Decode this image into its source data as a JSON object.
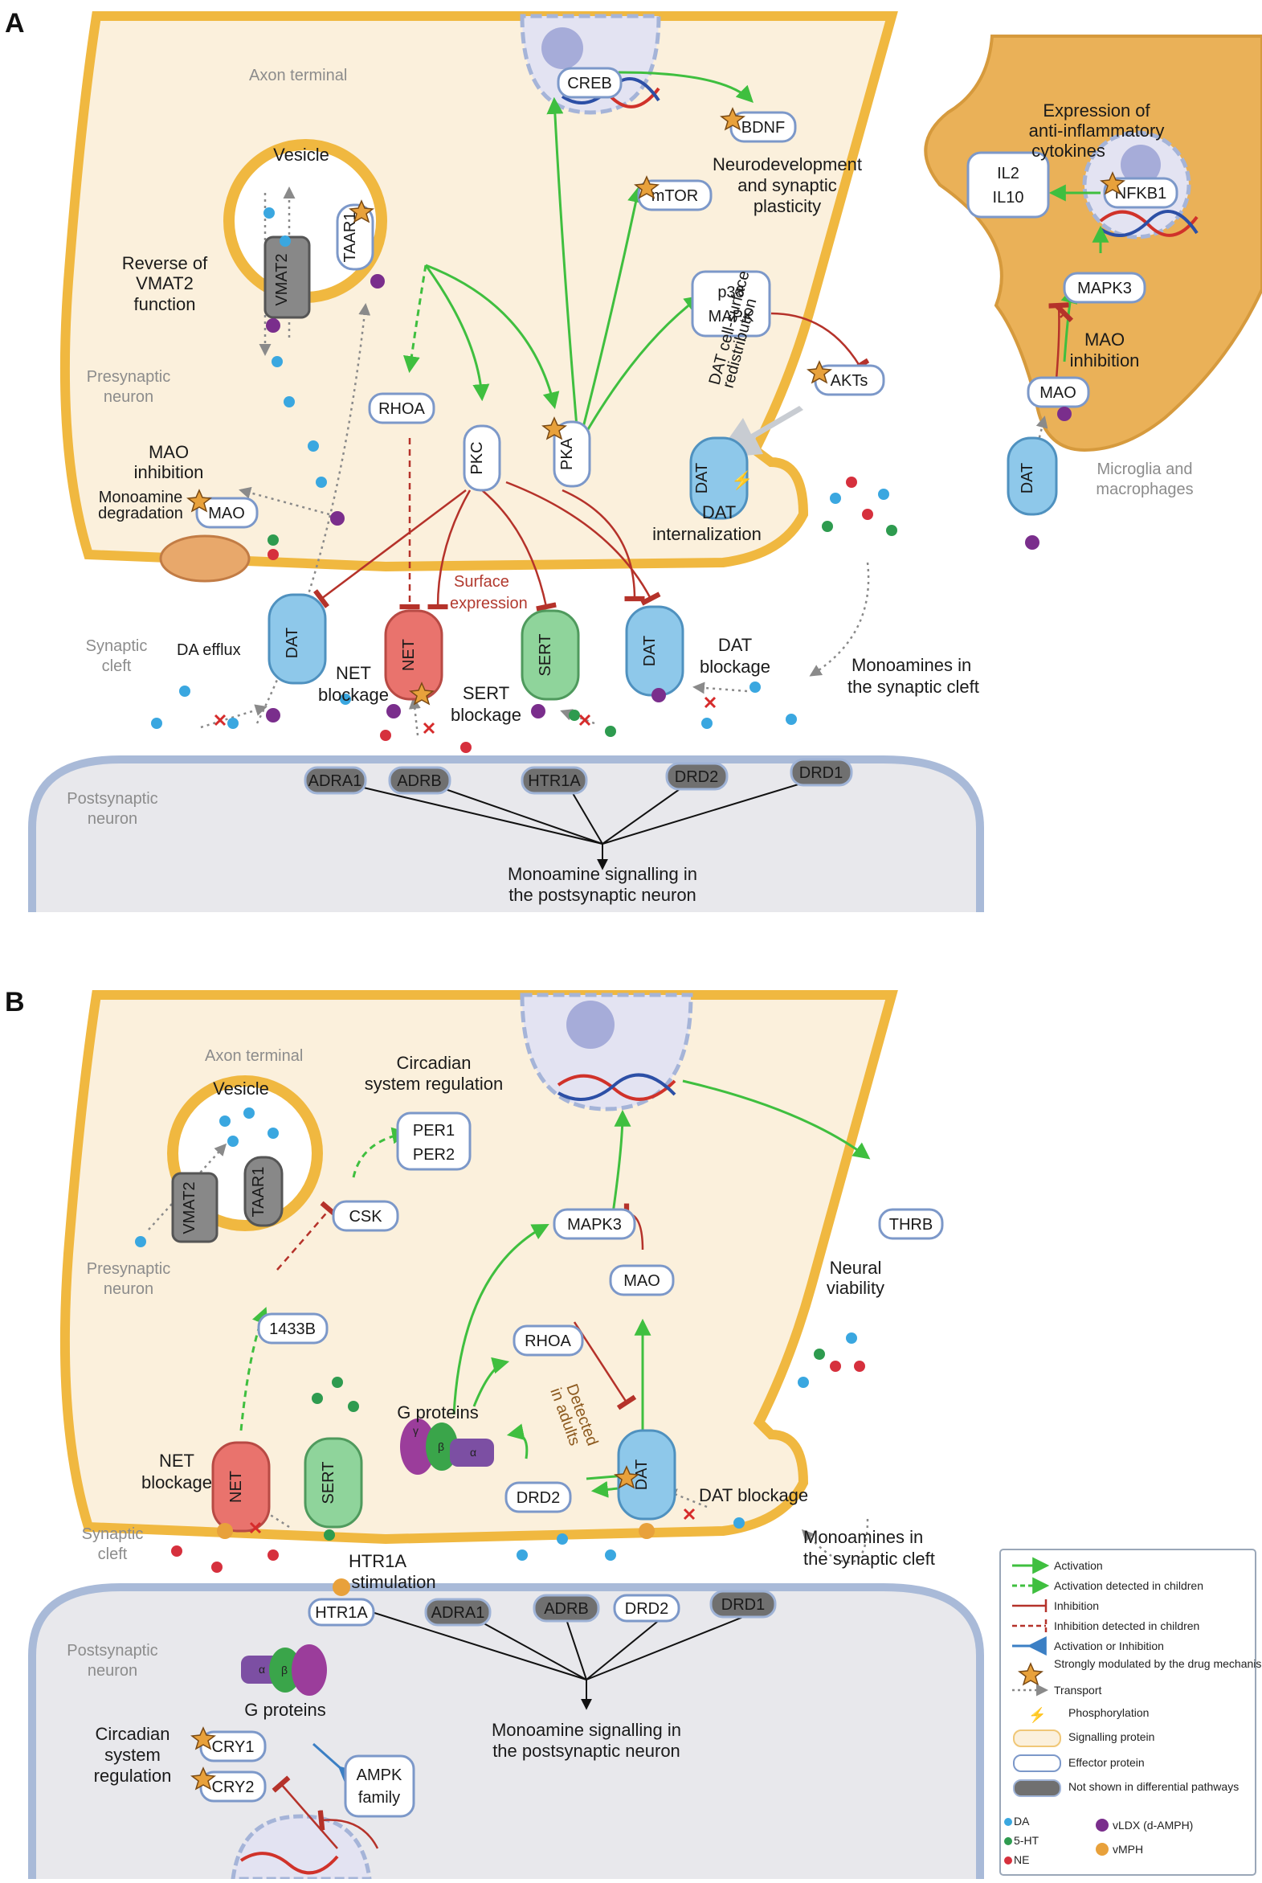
{
  "panel_a": {
    "letter": "A",
    "axon_terminal": "Axon terminal",
    "vesicle": "Vesicle",
    "reverse_vmat2": [
      "Reverse of",
      "VMAT2",
      "function"
    ],
    "presynaptic": [
      "Presynaptic",
      "neuron"
    ],
    "mao_inhibition": [
      "MAO",
      "inhibition"
    ],
    "monoamine_degradation": [
      "Monoamine",
      "degradation"
    ],
    "synaptic_cleft": [
      "Synaptic",
      "cleft"
    ],
    "da_efflux": "DA efflux",
    "net_blockage": [
      "NET",
      "blockage"
    ],
    "sert_blockage": [
      "SERT",
      "blockage"
    ],
    "dat_blockage": [
      "DAT",
      "blockage"
    ],
    "surface_expression": [
      "Surface",
      "expression"
    ],
    "dat_internalization": [
      "DAT",
      "internalization"
    ],
    "dat_redistribution": [
      "DAT cell-surface",
      "redistribution"
    ],
    "neurodevelopment": [
      "Neurodevelopment",
      "and synaptic",
      "plasticity"
    ],
    "monoamines_cleft": [
      "Monoamines in",
      "the synaptic cleft"
    ],
    "postsynaptic": [
      "Postsynaptic",
      "neuron"
    ],
    "signalling": [
      "Monoamine signalling in",
      "the postsynaptic neuron"
    ],
    "expression_cytokines": [
      "Expression of",
      "anti-inflammatory",
      "cytokines"
    ],
    "microglia": [
      "Microglia and",
      "macrophages"
    ],
    "mao_inhibition_micro": [
      "MAO",
      "inhibition"
    ],
    "nodes": {
      "creb": "CREB",
      "bdnf": "BDNF",
      "mtor": "mTOR",
      "p38": [
        "p38",
        "MAPK"
      ],
      "akts": "AKTs",
      "rhoa": "RHOA",
      "pkc": "PKC",
      "pka": "PKA",
      "taar1": "TAAR1",
      "vmat2": "VMAT2",
      "mao": "MAO",
      "il2": "IL2",
      "il10": "IL10",
      "nfkb1": "NFKB1",
      "mapk3": "MAPK3",
      "mao_micro": "MAO"
    },
    "transporters": {
      "dat": "DAT",
      "net": "NET",
      "sert": "SERT",
      "dat2": "DAT",
      "dat_int": "DAT",
      "dat_micro": "DAT"
    },
    "receptors": [
      "ADRA1",
      "ADRB",
      "HTR1A",
      "DRD2",
      "DRD1"
    ]
  },
  "panel_b": {
    "letter": "B",
    "axon_terminal": "Axon terminal",
    "vesicle": "Vesicle",
    "circadian_top": [
      "Circadian",
      "system regulation"
    ],
    "presynaptic": [
      "Presynaptic",
      "neuron"
    ],
    "neural_viability": [
      "Neural",
      "viability"
    ],
    "g_proteins": "G proteins",
    "detected_adults": [
      "Detected",
      "in adults"
    ],
    "net_blockage": [
      "NET",
      "blockage"
    ],
    "dat_blockage": "DAT blockage",
    "synaptic_cleft": [
      "Synaptic",
      "cleft"
    ],
    "htr1a_stimulation": [
      "HTR1A",
      "stimulation"
    ],
    "monoamines_cleft": [
      "Monoamines in",
      "the synaptic cleft"
    ],
    "postsynaptic": [
      "Postsynaptic",
      "neuron"
    ],
    "g_proteins_post": "G proteins",
    "circadian_bottom": [
      "Circadian",
      "system",
      "regulation"
    ],
    "signalling": [
      "Monoamine signalling in",
      "the postsynaptic neuron"
    ],
    "nodes": {
      "per1": "PER1",
      "per2": "PER2",
      "csk": "CSK",
      "b1433": "1433B",
      "mapk3": "MAPK3",
      "mao": "MAO",
      "rhoa": "RHOA",
      "thrb": "THRB",
      "drd2": "DRD2",
      "cry1": "CRY1",
      "cry2": "CRY2",
      "ampk": [
        "AMPK",
        "family"
      ],
      "vmat2": "VMAT2",
      "taar1": "TAAR1"
    },
    "transporters": {
      "net": "NET",
      "sert": "SERT",
      "dat": "DAT"
    },
    "receptors": [
      "HTR1A",
      "ADRA1",
      "ADRB",
      "DRD2",
      "DRD1"
    ],
    "g_subunits": [
      "γ",
      "β",
      "α"
    ]
  },
  "legend": {
    "items": [
      "Activation",
      "Activation detected in children",
      "Inhibition",
      "Inhibition detected in children",
      "Activation or Inhibition",
      "Strongly modulated by the drug mechanisms",
      "Transport",
      "Phosphorylation",
      "Signalling protein",
      "Effector protein",
      "Not shown in differential pathways"
    ],
    "molecules": [
      "DA",
      "5-HT",
      "NE",
      "vLDX (d-AMPH)",
      "vMPH"
    ]
  },
  "colors": {
    "activation": "#3fbf3f",
    "inhibition": "#b5322a",
    "cytoplasm": "#fbf0dc",
    "membrane": "#f0b840",
    "microglia": "#eab158",
    "postsynaptic": "#e8e8ec",
    "dat": "#8ec8ea",
    "net": "#e9736d",
    "sert": "#8fd49b"
  }
}
